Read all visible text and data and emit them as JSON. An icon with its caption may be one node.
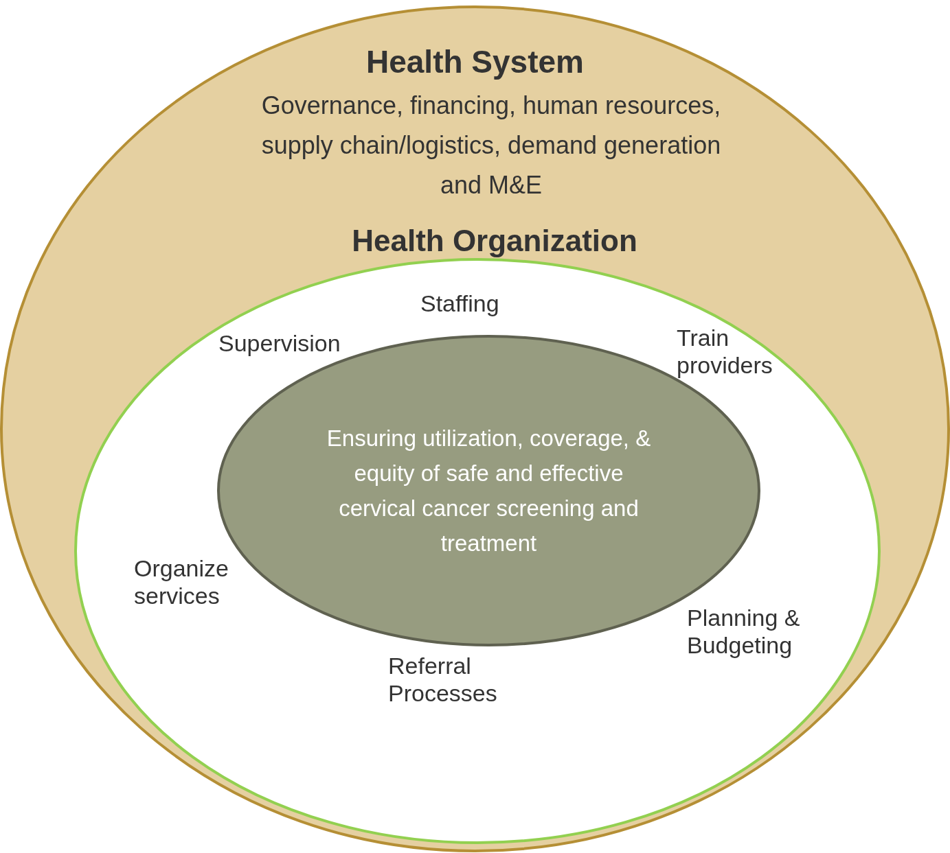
{
  "diagram": {
    "nodes": [
      {
        "text": [
          "Health System",
          "Governance, financing, human resources, supply chain/logistics, demand generation and M&E"
        ]
      },
      {
        "text": [
          "Health Organization"
        ],
        "in": 0
      },
      {
        "text": [
          "Ensuring utilization, coverage, & equity of safe and effective cervical cancer screening and treatment"
        ],
        "in": 1
      }
    ],
    "labels": [
      "Staffing",
      "Train providers",
      "Supervision",
      "Organize services",
      "Planning & Budgeting",
      "Referral Processes"
    ]
  }
}
